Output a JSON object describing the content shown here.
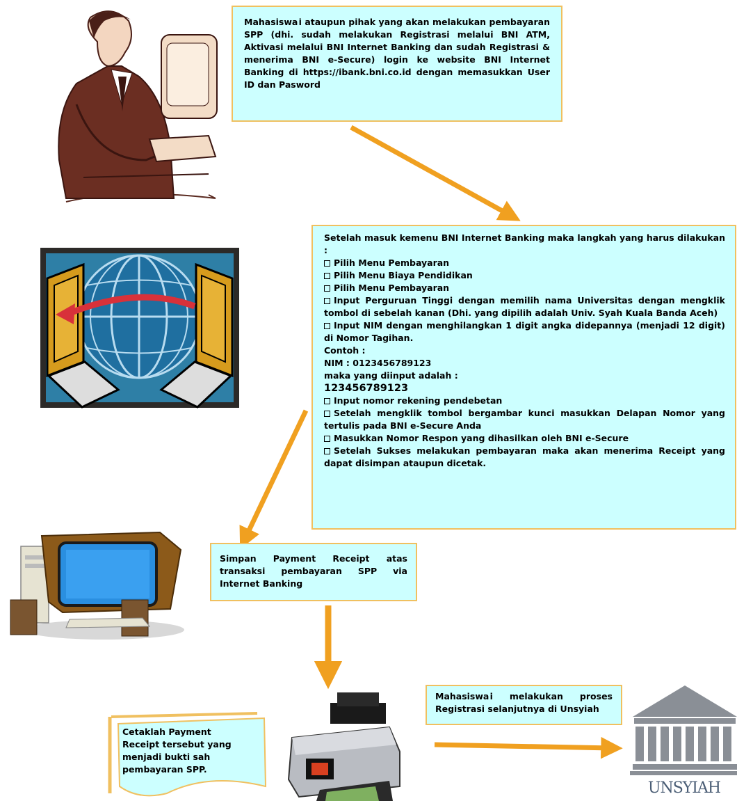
{
  "step1": {
    "text": "Mahasiswa i ataupun pihak yang akan melakukan pembayaran SPP (dhi. sudah melakukan Registrasi melalui BNI ATM, Aktivasi melalui BNI Internet Banking dan sudah Registrasi & menerima BNI e-Secure) login ke website BNI Internet Banking di https://ibank.bni.co.id dengan memasukkan User ID dan Pasword"
  },
  "step2": {
    "intro": "Setelah masuk kemenu BNI Internet Banking maka langkah yang harus dilakukan :",
    "items": [
      "Pilih Menu Pembayaran",
      "Pilih Menu Biaya Pendidikan",
      "Pilih Menu Pembayaran",
      "Input Perguruan Tinggi dengan memilih nama Universitas dengan mengklik tombol di sebelah kanan (Dhi. yang dipilih adalah Univ. Syah Kuala Banda Aceh)",
      "Input NIM dengan menghilangkan 1 digit angka didepannya (menjadi 12 digit) di Nomor Tagihan."
    ],
    "example_label": "Contoh :",
    "nim_line": "NIM : 0123456789123",
    "input_label": "maka yang diinput adalah :",
    "input_value": "123456789123",
    "items2": [
      "Input nomor rekening pendebetan",
      "Setelah mengklik tombol bergambar kunci masukkan Delapan Nomor yang tertulis pada BNI e-Secure Anda",
      "Masukkan Nomor Respon yang dihasilkan oleh BNI e-Secure",
      "Setelah Sukses melakukan pembayaran maka akan menerima Receipt yang dapat disimpan ataupun dicetak."
    ]
  },
  "step3": {
    "text": "Simpan Payment Receipt atas transaksi pembayaran SPP via Internet Banking"
  },
  "step4": {
    "text": "Cetaklah Payment Receipt tersebut yang menjadi bukti sah pembayaran SPP."
  },
  "step5": {
    "text": "Mahasiswa i melakukan proses Registrasi selanjutnya di Unsyiah"
  },
  "logo": {
    "label": "UNSYIAH"
  },
  "colors": {
    "box_fill": "#ccffff",
    "box_border": "#f0c060",
    "arrow": "#f0a020",
    "logo_grey": "#8a8f96"
  },
  "icons": [
    "businessman-at-computer-icon",
    "globe-network-laptops-icon",
    "desktop-computer-icon",
    "printer-icon",
    "university-building-icon"
  ]
}
